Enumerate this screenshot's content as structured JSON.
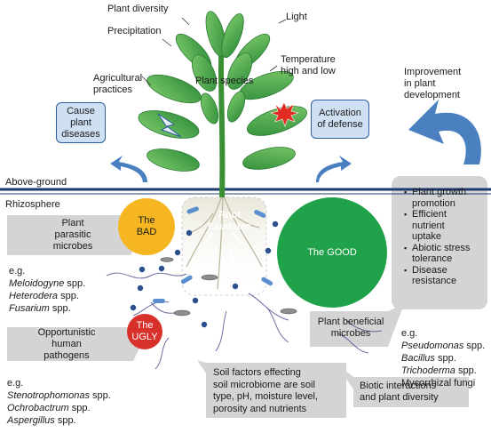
{
  "factors": {
    "plant_diversity": "Plant diversity",
    "light": "Light",
    "precipitation": "Precipitation",
    "temperature": "Temperature\nhigh and low",
    "agricultural": "Agricultural\npractices",
    "plant_species": "Plant species"
  },
  "improvement": "Improvement\nin plant\ndevelopment",
  "cause_box": "Cause\nplant\ndiseases",
  "defense_box": "Activation\nof defense",
  "above_ground": "Above-ground",
  "rhizosphere": "Rhizosphere",
  "root_exudates": "Root\nExudates",
  "bad": {
    "label": "The\nBAD",
    "color": "#f6b622",
    "box": "Plant\nparasitic\nmicrobes",
    "eg": "e.g.",
    "examples": [
      {
        "genus": "Meloidogyne",
        "suffix": " spp."
      },
      {
        "genus": "Heterodera",
        "suffix": " spp."
      },
      {
        "genus": "Fusarium",
        "suffix": " spp."
      }
    ]
  },
  "ugly": {
    "label": "The\nUGLY",
    "color": "#d8312b",
    "box": "Opportunistic\nhuman\npathogens",
    "eg": "e.g.",
    "examples": [
      {
        "genus": "Stenotrophomonas",
        "suffix": " spp."
      },
      {
        "genus": "Ochrobactrum",
        "suffix": " spp."
      },
      {
        "genus": "Aspergillus",
        "suffix": " spp."
      }
    ]
  },
  "good": {
    "label": "The GOOD",
    "color": "#20a24a",
    "box": "Plant beneficial\nmicrobes",
    "eg": "e.g.",
    "examples": [
      {
        "genus": "Pseudomonas",
        "suffix": " spp."
      },
      {
        "genus": "Bacillus",
        "suffix": " spp."
      },
      {
        "genus": "Trichoderma",
        "suffix": " spp."
      }
    ],
    "extra": "Mycorrhizal fungi"
  },
  "benefits": [
    "Plant growth\npromotion",
    "Efficient\nnutrient\nuptake",
    "Abiotic stress\ntolerance",
    "Disease\nresistance"
  ],
  "soil_factors": "Soil factors effecting\nsoil microbiome are soil\ntype, pH, moisture level,\nporosity and nutrients",
  "biotic": "Biotic interactions\nand plant diversity",
  "colors": {
    "box_blue": "#cfe0f3",
    "border_blue": "#2f5f9e",
    "arrow_blue": "#4a7fc0",
    "leaf_green": "#3fa04a",
    "gray_box": "#d4d4d4",
    "ground_line": "#1f3b73"
  }
}
